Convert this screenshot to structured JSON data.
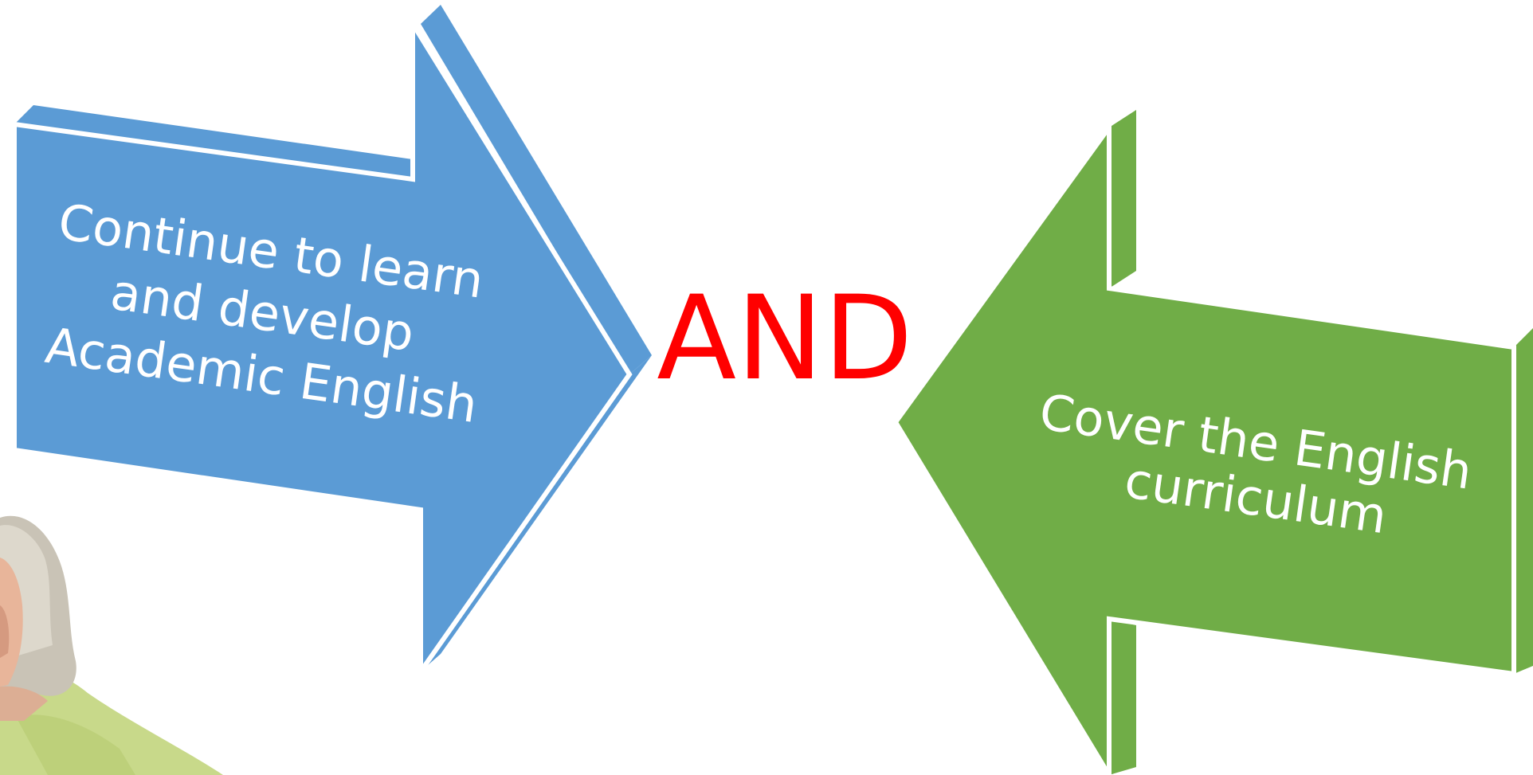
{
  "left_arrow": {
    "lines": [
      "Continue to learn",
      "and develop",
      "Academic English"
    ],
    "color": "#5b9bd5"
  },
  "connector": {
    "text": "AND",
    "color": "#ff0000"
  },
  "right_arrow": {
    "lines": [
      "Cover the English",
      "curriculum"
    ],
    "color": "#70ad47"
  },
  "photo": {
    "icon": "person-photo"
  }
}
